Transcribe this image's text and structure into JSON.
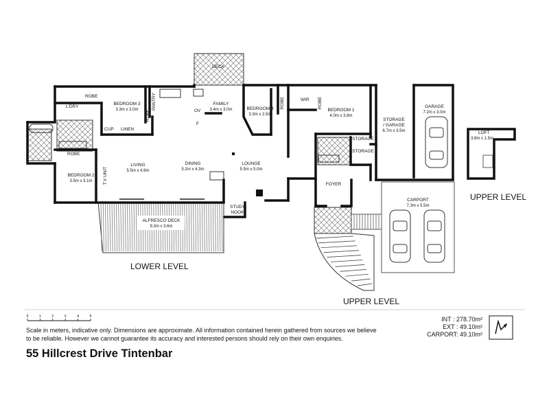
{
  "rooms": {
    "deck": {
      "name": "DECK"
    },
    "ldry": {
      "name": "L'DRY"
    },
    "robe1": {
      "name": "ROBE"
    },
    "bed3": {
      "name": "BEDROOM 3",
      "dim": "3.3m x 3.0m"
    },
    "pantry": {
      "name": "PANTRY"
    },
    "robe2": {
      "name": "ROBE"
    },
    "ov": {
      "name": "OV"
    },
    "f": {
      "name": "F"
    },
    "family": {
      "name": "FAMILY",
      "dim": "3.4m x 3.0m"
    },
    "bed4": {
      "name": "BEDROOM 4",
      "dim": "3.3m x 2.5m"
    },
    "robe3": {
      "name": "ROBE"
    },
    "wir": {
      "name": "WIR"
    },
    "robe4": {
      "name": "ROBE"
    },
    "bed1": {
      "name": "BEDROOM 1",
      "dim": "4.0m x 3.8m"
    },
    "storage_garage": {
      "name": "STORAGE / GARAGE",
      "name1": "STORAGE",
      "name2": "/ GARAGE",
      "dim": "6.7m x 3.5m"
    },
    "garage": {
      "name": "GARAGE",
      "dim": "7.2m x 3.0m"
    },
    "cup": {
      "name": "CUP"
    },
    "linen": {
      "name": "LINEN"
    },
    "storage_a": {
      "name": "STORAGE"
    },
    "storage_b": {
      "name": "STORAGE"
    },
    "robe5": {
      "name": "ROBE"
    },
    "bed2": {
      "name": "BEDROOM 2",
      "dim": "3.5m x 3.1m"
    },
    "tv_unit": {
      "name": "T.V UNIT"
    },
    "living": {
      "name": "LIVING",
      "dim": "5.5m x 4.9m"
    },
    "dining": {
      "name": "DINING",
      "dim": "5.2m x 4.3m"
    },
    "lounge": {
      "name": "LOUNGE",
      "dim": "5.5m x 5.0m"
    },
    "foyer": {
      "name": "FOYER"
    },
    "study": {
      "name": "STUDY",
      "name2": "NOOK"
    },
    "alfresco": {
      "name": "ALFRESCO DECK",
      "dim": "9.3m x 3.6m"
    },
    "carport": {
      "name": "CARPORT",
      "dim": "7.3m x 5.5m"
    },
    "loft": {
      "name": "LOFT",
      "dim": "3.8m x 1.5m"
    }
  },
  "levels": {
    "lower": "LOWER LEVEL",
    "upper_center": "UPPER LEVEL",
    "upper_right": "UPPER LEVEL"
  },
  "scale": {
    "ticks": [
      "0",
      "1",
      "2",
      "3",
      "4",
      "5"
    ]
  },
  "disclaimer": "Scale in meters, indicative only. Dimensions are approximate. All information contained herein gathered from sources we believe to be reliable. However we cannot guarantee its accuracy and interested persons should rely on their own enquiries.",
  "areas": {
    "int": "INT : 278.70m²",
    "ext": "EXT : 49.10m²",
    "carport": "CARPORT: 49.10m²"
  },
  "address": "55 Hillcrest Drive Tintenbar"
}
